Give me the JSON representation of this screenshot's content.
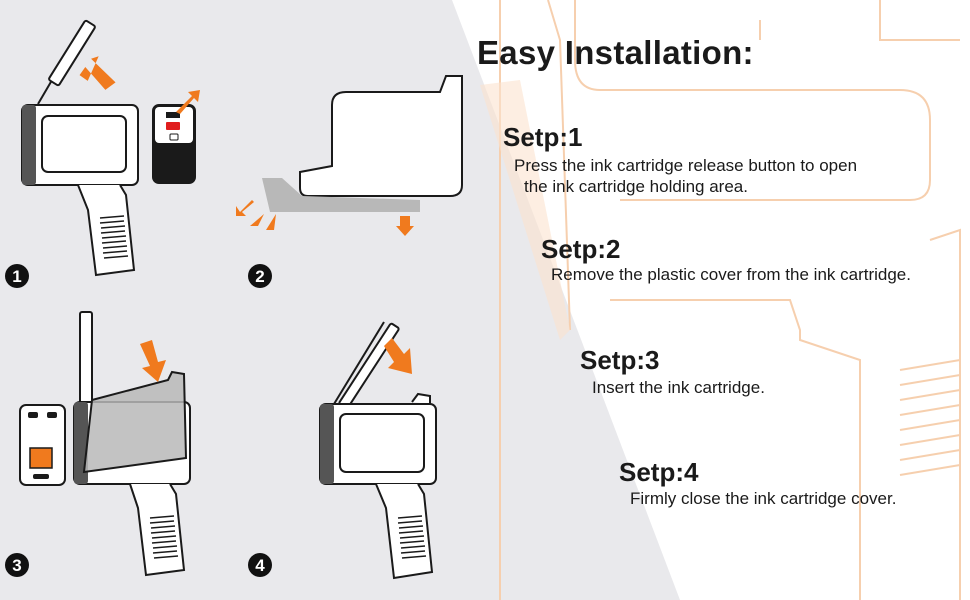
{
  "title": "Easy Installation:",
  "steps": [
    {
      "heading": "Setp:1",
      "text_lines": [
        "Press the ink cartridge release button to open",
        "the ink cartridge holding area."
      ]
    },
    {
      "heading": "Setp:2",
      "text_lines": [
        "Remove the plastic cover from the ink cartridge."
      ]
    },
    {
      "heading": "Setp:3",
      "text_lines": [
        "Insert the ink cartridge."
      ]
    },
    {
      "heading": "Setp:4",
      "text_lines": [
        "Firmly close the ink cartridge cover."
      ]
    }
  ],
  "step_badges": [
    "1",
    "2",
    "3",
    "4"
  ],
  "colors": {
    "accent": "#f07a1e",
    "panel": "#e9e9ec",
    "ink": "#1a1a1a",
    "cartridge_gray": "#b8b8b8"
  },
  "icons": [
    "handheld-printer-icon",
    "ink-cartridge-icon",
    "arrow-icon"
  ]
}
